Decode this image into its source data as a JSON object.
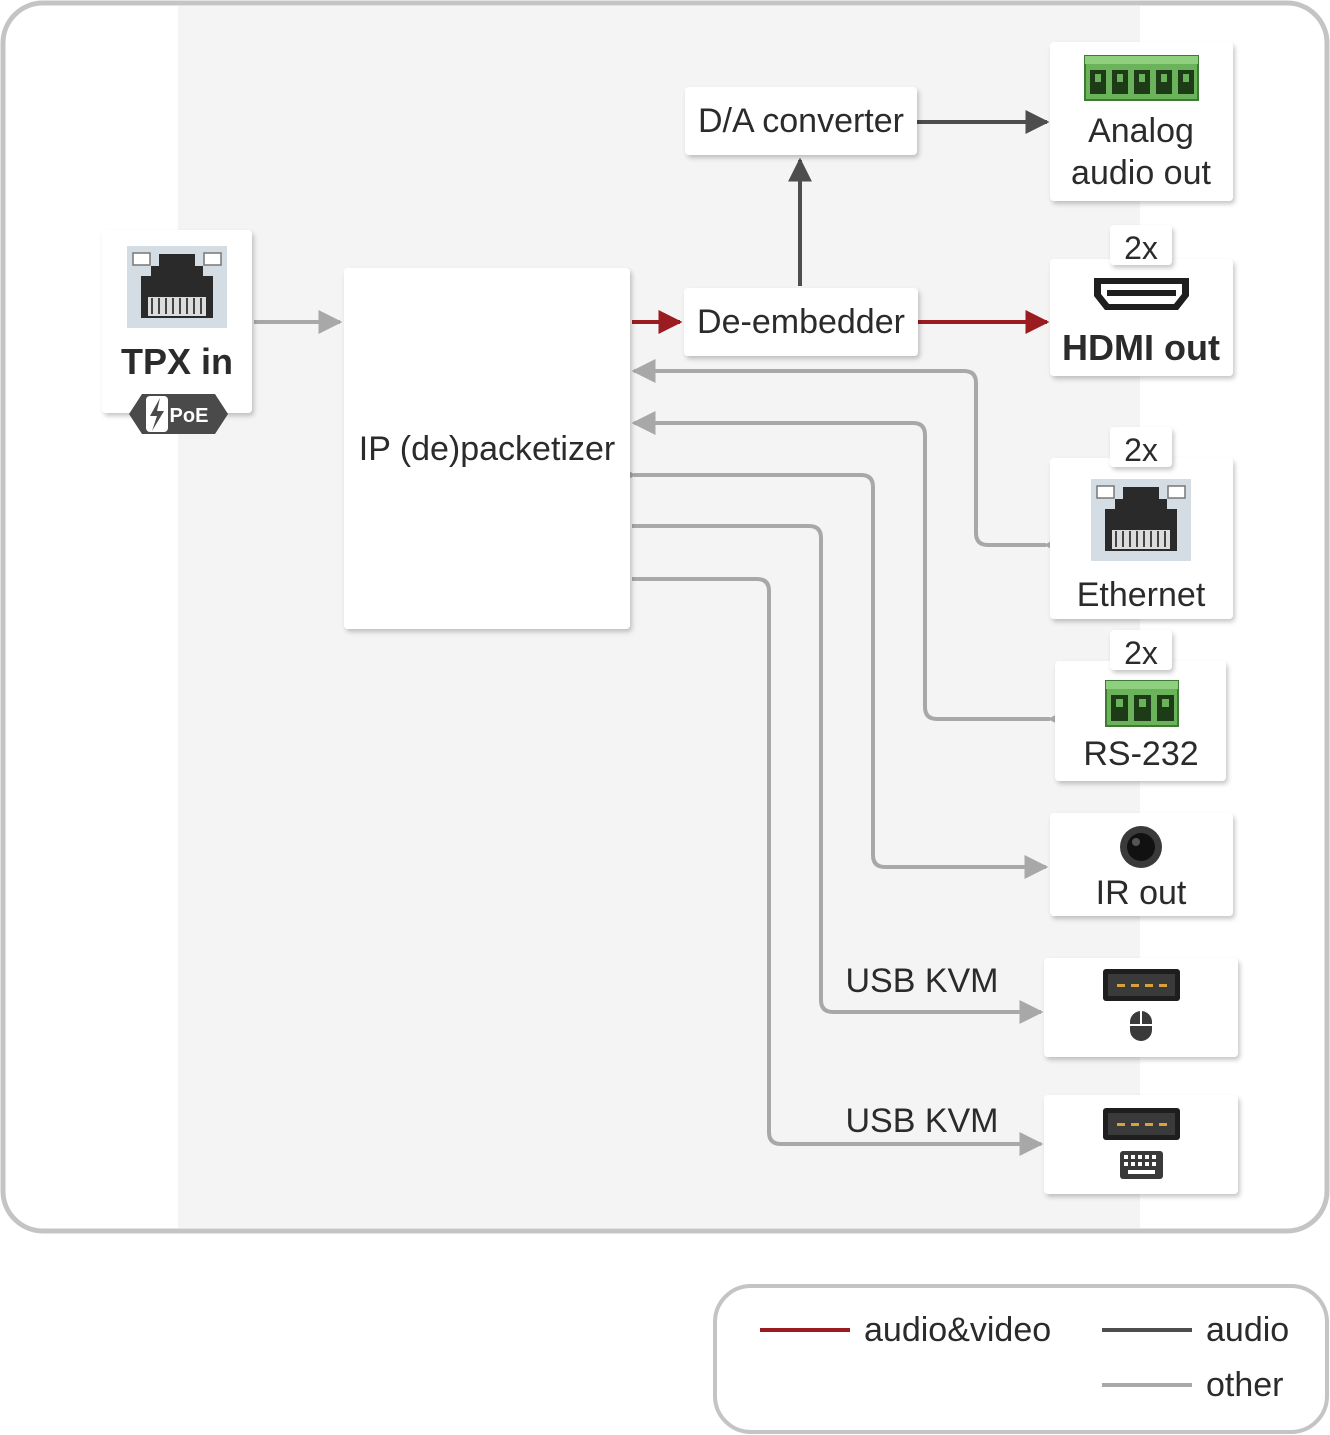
{
  "blocks": {
    "tpx_in": "TPX in",
    "poe": "PoE",
    "packetizer": "IP (de)packetizer",
    "de_embedder": "De-embedder",
    "da_converter": "D/A converter"
  },
  "outputs": {
    "analog": [
      "Analog",
      "audio out"
    ],
    "hdmi_multiplier": "2x",
    "hdmi": "HDMI out",
    "ethernet_multiplier": "2x",
    "ethernet": "Ethernet",
    "rs232_multiplier": "2x",
    "rs232": "RS-232",
    "ir": "IR out",
    "usb_kvm_1": "USB KVM",
    "usb_kvm_2": "USB KVM"
  },
  "legend": {
    "audio_video": "audio&video",
    "audio": "audio",
    "other": "other"
  },
  "colors": {
    "audio_video": "#9b1c20",
    "audio": "#4d4d4d",
    "other": "#a8a8a8",
    "frame": "#c4c4c4",
    "panel": "#f4f4f4",
    "terminal_green": "#6bb35b"
  }
}
